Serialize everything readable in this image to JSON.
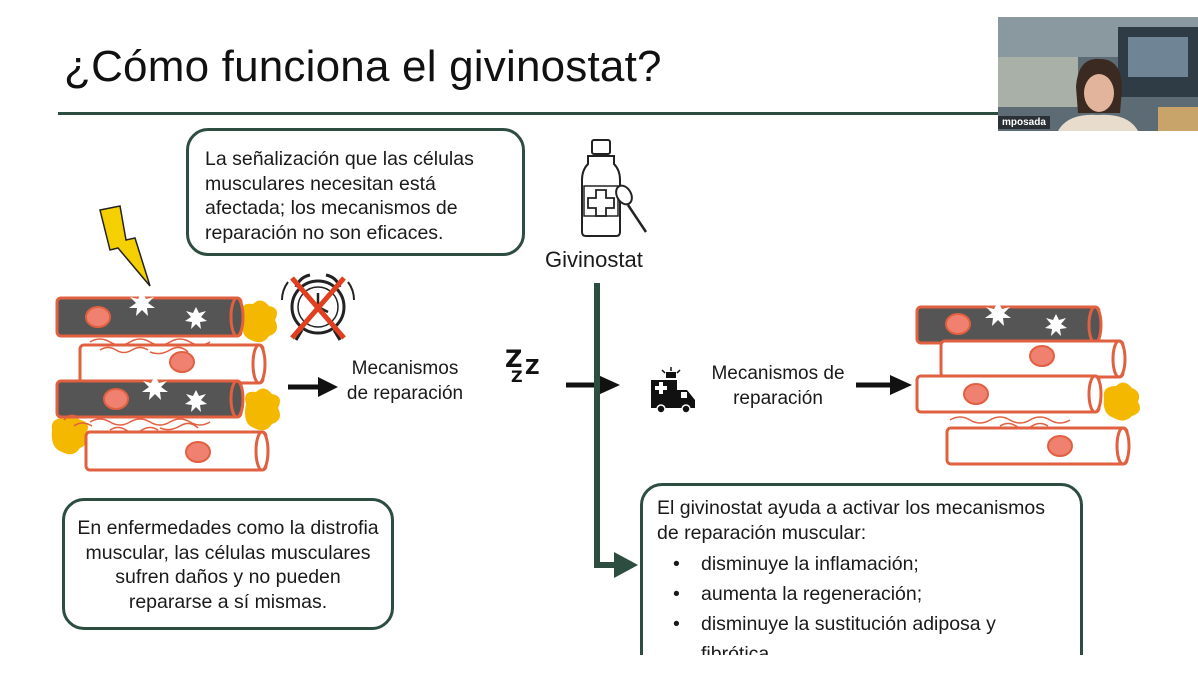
{
  "slide": {
    "title": "¿Cómo funciona el givinostat?",
    "box_signaling": "La señalización que las células musculares necesitan está afectada; los mecanismos de reparación no son eficaces.",
    "box_disease": "En enfermedades como la distrofia muscular, las células musculares sufren daños y no pueden repararse a sí mismas.",
    "box_givinostat_intro": "El givinostat ayuda a activar los mecanismos de reparación muscular:",
    "bullets": [
      "disminuye la inflamación;",
      "aumenta la regeneración;",
      "disminuye la sustitución adiposa y fibrótica"
    ],
    "mechanisms_label_1": "Mecanismos de reparación",
    "sleep_glyph": "Zzz",
    "drug_label": "Givinostat",
    "mechanisms_label_2": "Mecanismos de reparación"
  },
  "video": {
    "participant_name": "mposada"
  },
  "colors": {
    "accent_green": "#2e4d41",
    "cell_gray": "#555555",
    "cell_border": "#e06040",
    "nucleus": "#f08070",
    "fat_yellow": "#f5b800",
    "lightning": "#f5d000",
    "cross_red": "#e04020"
  }
}
